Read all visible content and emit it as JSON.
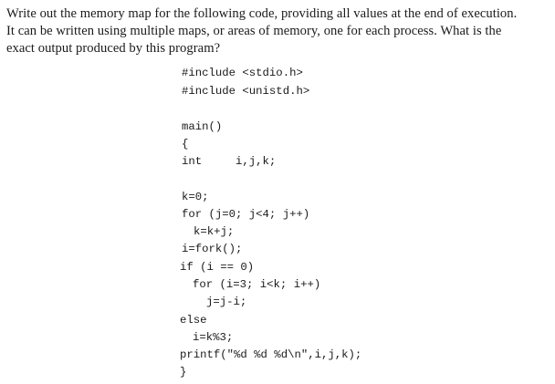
{
  "question": {
    "lines": [
      "Write out the memory map for the following code, providing all values at the end of execution.",
      "It can be written using multiple maps, or areas of memory, one for each process.  What is the",
      "exact output produced by this program?"
    ]
  },
  "code": {
    "lines": [
      "#include <stdio.h>",
      "#include <unistd.h>",
      "",
      "main()",
      "{",
      "int     i,j,k;",
      "",
      "k=0;",
      "for (j=0; j<4; j++)",
      "k=k+j;",
      "i=fork();",
      "if (i == 0)",
      "for (i=3; i<k; i++)",
      "j=j-i;",
      "else",
      "i=k%3;",
      "printf(\"%d %d %d\\n\",i,j,k);",
      "}"
    ]
  }
}
